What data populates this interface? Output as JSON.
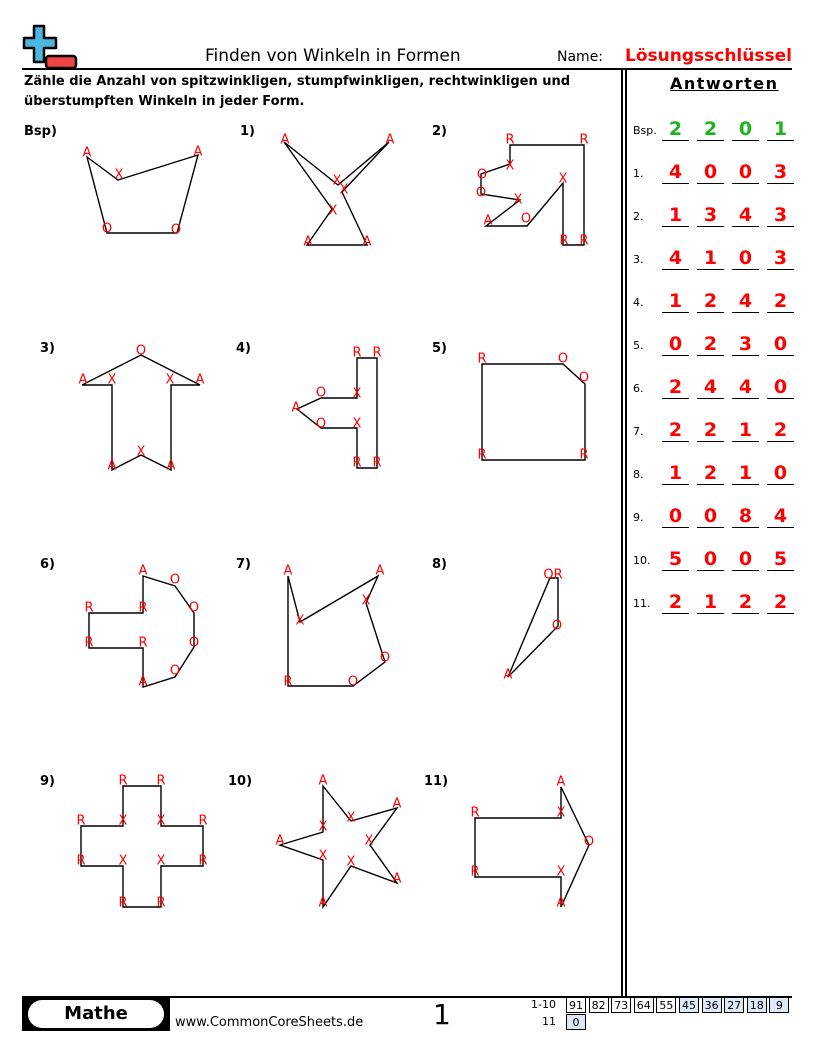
{
  "header": {
    "title": "Finden von Winkeln in Formen",
    "name_label": "Name:",
    "name_value": "Lösungsschlüssel",
    "instructions": "Zähle die Anzahl von spitzwinkligen, stumpfwinkligen, rechtwinkligen und überstumpften Winkeln in jeder Form."
  },
  "colors": {
    "answer_red": "#ff0000",
    "example_green": "#1db31d",
    "logo_blue": "#4ab7e0",
    "logo_red": "#ef4444",
    "score_highlight": "#dde8f8"
  },
  "answers": {
    "heading": "Antworten",
    "rows": [
      {
        "label": "Bsp.",
        "values": [
          "2",
          "2",
          "0",
          "1"
        ]
      },
      {
        "label": "1.",
        "values": [
          "4",
          "0",
          "0",
          "3"
        ]
      },
      {
        "label": "2.",
        "values": [
          "1",
          "3",
          "4",
          "3"
        ]
      },
      {
        "label": "3.",
        "values": [
          "4",
          "1",
          "0",
          "3"
        ]
      },
      {
        "label": "4.",
        "values": [
          "1",
          "2",
          "4",
          "2"
        ]
      },
      {
        "label": "5.",
        "values": [
          "0",
          "2",
          "3",
          "0"
        ]
      },
      {
        "label": "6.",
        "values": [
          "2",
          "4",
          "4",
          "0"
        ]
      },
      {
        "label": "7.",
        "values": [
          "2",
          "2",
          "1",
          "2"
        ]
      },
      {
        "label": "8.",
        "values": [
          "1",
          "2",
          "1",
          "0"
        ]
      },
      {
        "label": "9.",
        "values": [
          "0",
          "0",
          "8",
          "4"
        ]
      },
      {
        "label": "10.",
        "values": [
          "5",
          "0",
          "0",
          "5"
        ]
      },
      {
        "label": "11.",
        "values": [
          "2",
          "1",
          "2",
          "2"
        ]
      }
    ]
  },
  "problems": [
    {
      "label": "Bsp)"
    },
    {
      "label": "1)"
    },
    {
      "label": "2)"
    },
    {
      "label": "3)"
    },
    {
      "label": "4)"
    },
    {
      "label": "5)"
    },
    {
      "label": "6)"
    },
    {
      "label": "7)"
    },
    {
      "label": "8)"
    },
    {
      "label": "9)"
    },
    {
      "label": "10)"
    },
    {
      "label": "11)"
    }
  ],
  "footer": {
    "subject": "Mathe",
    "site": "www.CommonCoreSheets.de",
    "page": "1",
    "score_rows": [
      {
        "label": "1-10",
        "cells": [
          "91",
          "82",
          "73",
          "64",
          "55",
          "45",
          "36",
          "27",
          "18",
          "9"
        ]
      },
      {
        "label": "11",
        "cells": [
          "0"
        ]
      }
    ]
  }
}
